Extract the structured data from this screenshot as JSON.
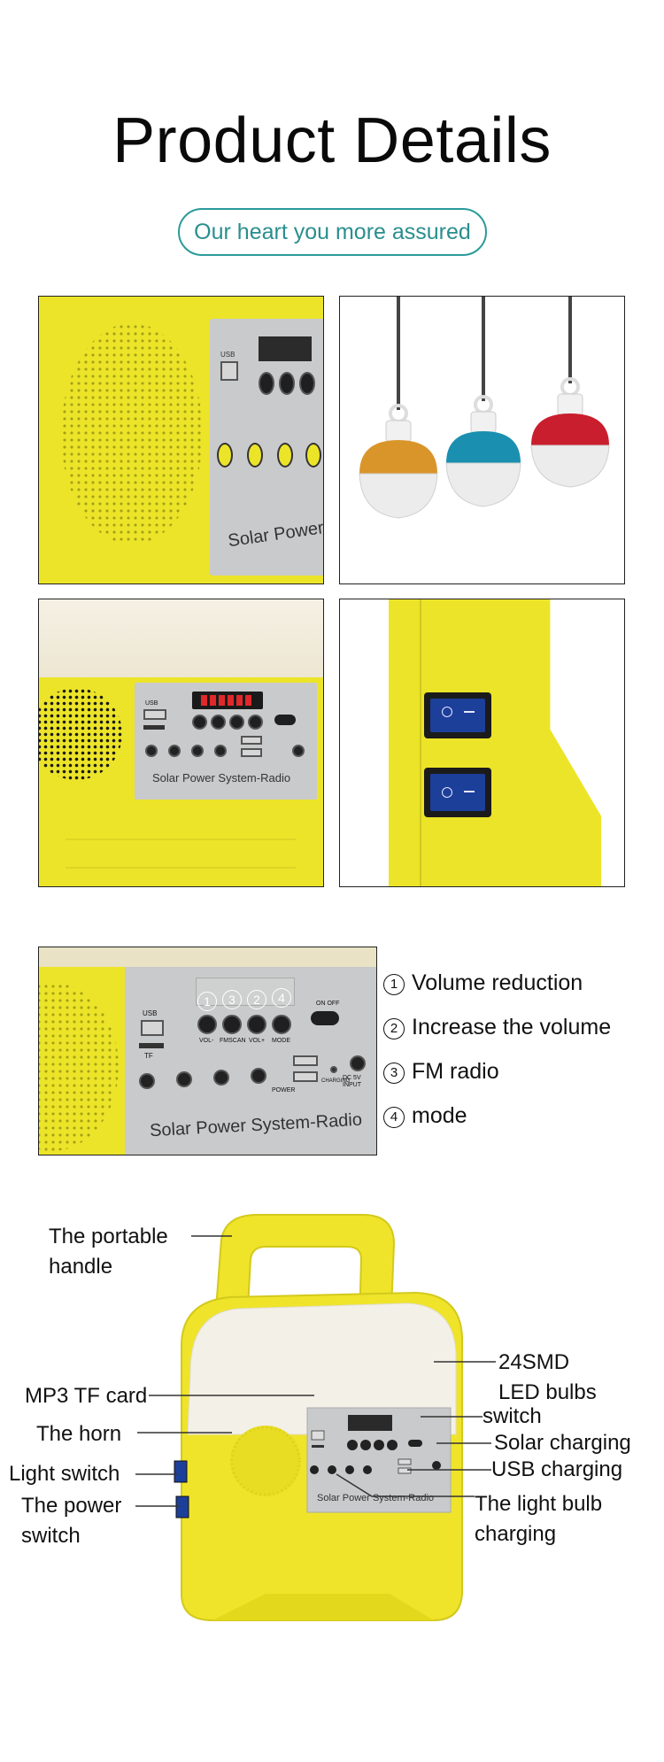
{
  "header": {
    "title": "Product Details",
    "subtitle": "Our heart you more assured"
  },
  "photo_panel": {
    "usb": "USB",
    "tf": "TF",
    "vol_minus": "VOL-",
    "fmscan": "FMSCAN",
    "vol_plus": "VOL+",
    "mode": "MODE",
    "on_off": "ON OFF",
    "power": "POWER",
    "charging": "CHARGING",
    "dc_input": "DC 5V INPUT",
    "brand": "Solar  Power  System-Radio",
    "brand_short": "Solar Power Sys"
  },
  "buttons_detail": {
    "markers": [
      "1",
      "3",
      "2",
      "4"
    ],
    "features": [
      {
        "num": "1",
        "text": "Volume reduction"
      },
      {
        "num": "2",
        "text": "Increase the volume"
      },
      {
        "num": "3",
        "text": "FM radio"
      },
      {
        "num": "4",
        "text": "mode"
      }
    ]
  },
  "diagram": {
    "handle": "The portable\nhandle",
    "led": "24SMD\nLED bulbs",
    "mp3": "MP3 TF card",
    "switch": "switch",
    "horn": "The horn",
    "solar": "Solar charging",
    "light_switch": "Light switch",
    "usb_charging": "USB charging",
    "power_switch": "The power\nswitch",
    "bulb_charging": "The light bulb\ncharging"
  },
  "colors": {
    "accent": "#2a9a9a",
    "product_yellow": "#ece428",
    "panel_grey": "#c9cacb",
    "bulb_gold": "#d9952a",
    "bulb_blue": "#1b8fb0",
    "bulb_red": "#c81e2d",
    "switch_blue": "#1c3f9a"
  }
}
